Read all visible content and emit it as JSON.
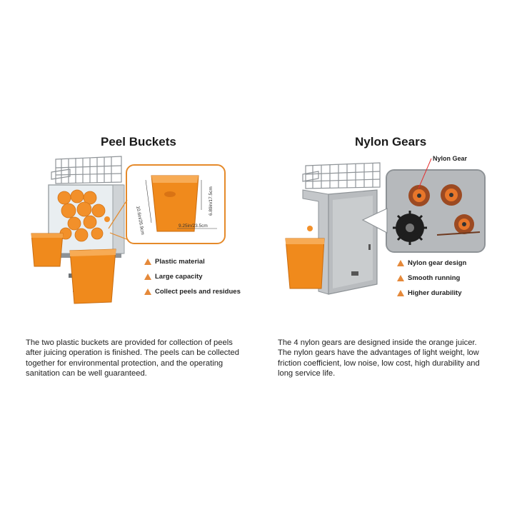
{
  "left": {
    "title": "Peel Buckets",
    "dimensions": [
      "10.6in/26.9cm",
      "6.89in/17.5cm",
      "9.25in/23.5cm"
    ],
    "features": [
      "Plastic material",
      "Large capacity",
      "Collect peels and residues"
    ],
    "description": "The two plastic buckets are provided for collection of peels after juicing operation is finished. The peels can be collected together for environmental protection, and the operating sanitation can be well guaranteed."
  },
  "right": {
    "title": "Nylon Gears",
    "callout_label": "Nylon Gear",
    "features": [
      "Nylon gear design",
      "Smooth running",
      "Higher durability"
    ],
    "description": "The 4 nylon gears are designed inside the orange juicer. The nylon gears have the advantages of light weight, low friction coefficient, low noise, low cost, high durability and long service life."
  },
  "colors": {
    "accent": "#e5893a",
    "bucket": "#f08a1c",
    "steel": "#b9bcbf"
  }
}
